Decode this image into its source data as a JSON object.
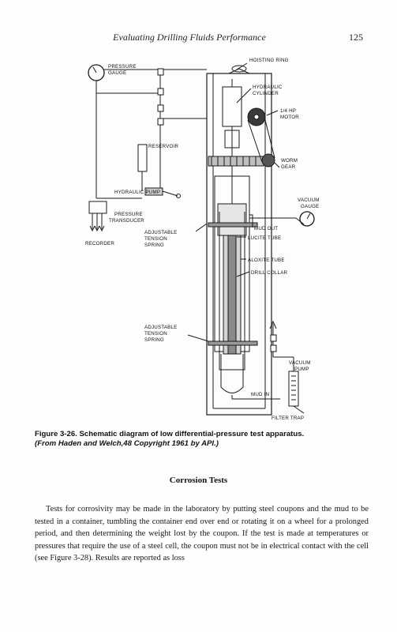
{
  "header": {
    "running_title": "Evaluating Drilling Fluids Performance",
    "page_number": "125"
  },
  "figure": {
    "labels": {
      "pressure_gauge_1": "PRESSURE",
      "pressure_gauge_2": "GAUGE",
      "hoisting_ring": "HOISTING RING",
      "hydraulic_cylinder_1": "HYDRAULIC",
      "hydraulic_cylinder_2": "CYLINDER",
      "motor_1": "1/4 HP",
      "motor_2": "MOTOR",
      "reservoir": "RESERVOIR",
      "worm_gear_1": "WORM",
      "worm_gear_2": "GEAR",
      "hydraulic_pump": "HYDRAULIC PUMP",
      "vacuum_gauge_1": "VACUUM",
      "vacuum_gauge_2": "GAUGE",
      "pressure_transducer_1": "PRESSURE",
      "pressure_transducer_2": "TRANSDUCER",
      "mud_out": "MUD OUT",
      "adjustable_spring_top_1": "ADJUSTABLE",
      "adjustable_spring_top_2": "TENSION",
      "adjustable_spring_top_3": "SPRING",
      "recorder": "RECORDER",
      "lucite_tube": "LUCITE TUBE",
      "aloxite_tube": "ALOXITE TUBE",
      "drill_collar": "DRILL COLLAR",
      "adjustable_spring_bottom_1": "ADJUSTABLE",
      "adjustable_spring_bottom_2": "TENSION",
      "adjustable_spring_bottom_3": "SPRING",
      "vacuum_pump_1": "VACUUM",
      "vacuum_pump_2": "PUMP",
      "mud_in": "MUD IN",
      "filter_trap": "FILTER TRAP"
    },
    "caption_main": "Figure 3-26. Schematic diagram of low differential-pressure test apparatus.",
    "caption_source": "(From Haden and Welch,48 Copyright 1961 by API.)"
  },
  "section": {
    "heading": "Corrosion Tests",
    "paragraph": "Tests for corrosivity may be made in the laboratory by putting steel coupons and the mud to be tested in a container, tumbling the container end over end or rotating it on a wheel for a prolonged period, and then determining the weight lost by the coupon. If the test is made at temperatures or pressures that require the use of a steel cell, the coupon must not be in electrical contact with the cell (see Figure 3-28). Results are reported as loss"
  }
}
